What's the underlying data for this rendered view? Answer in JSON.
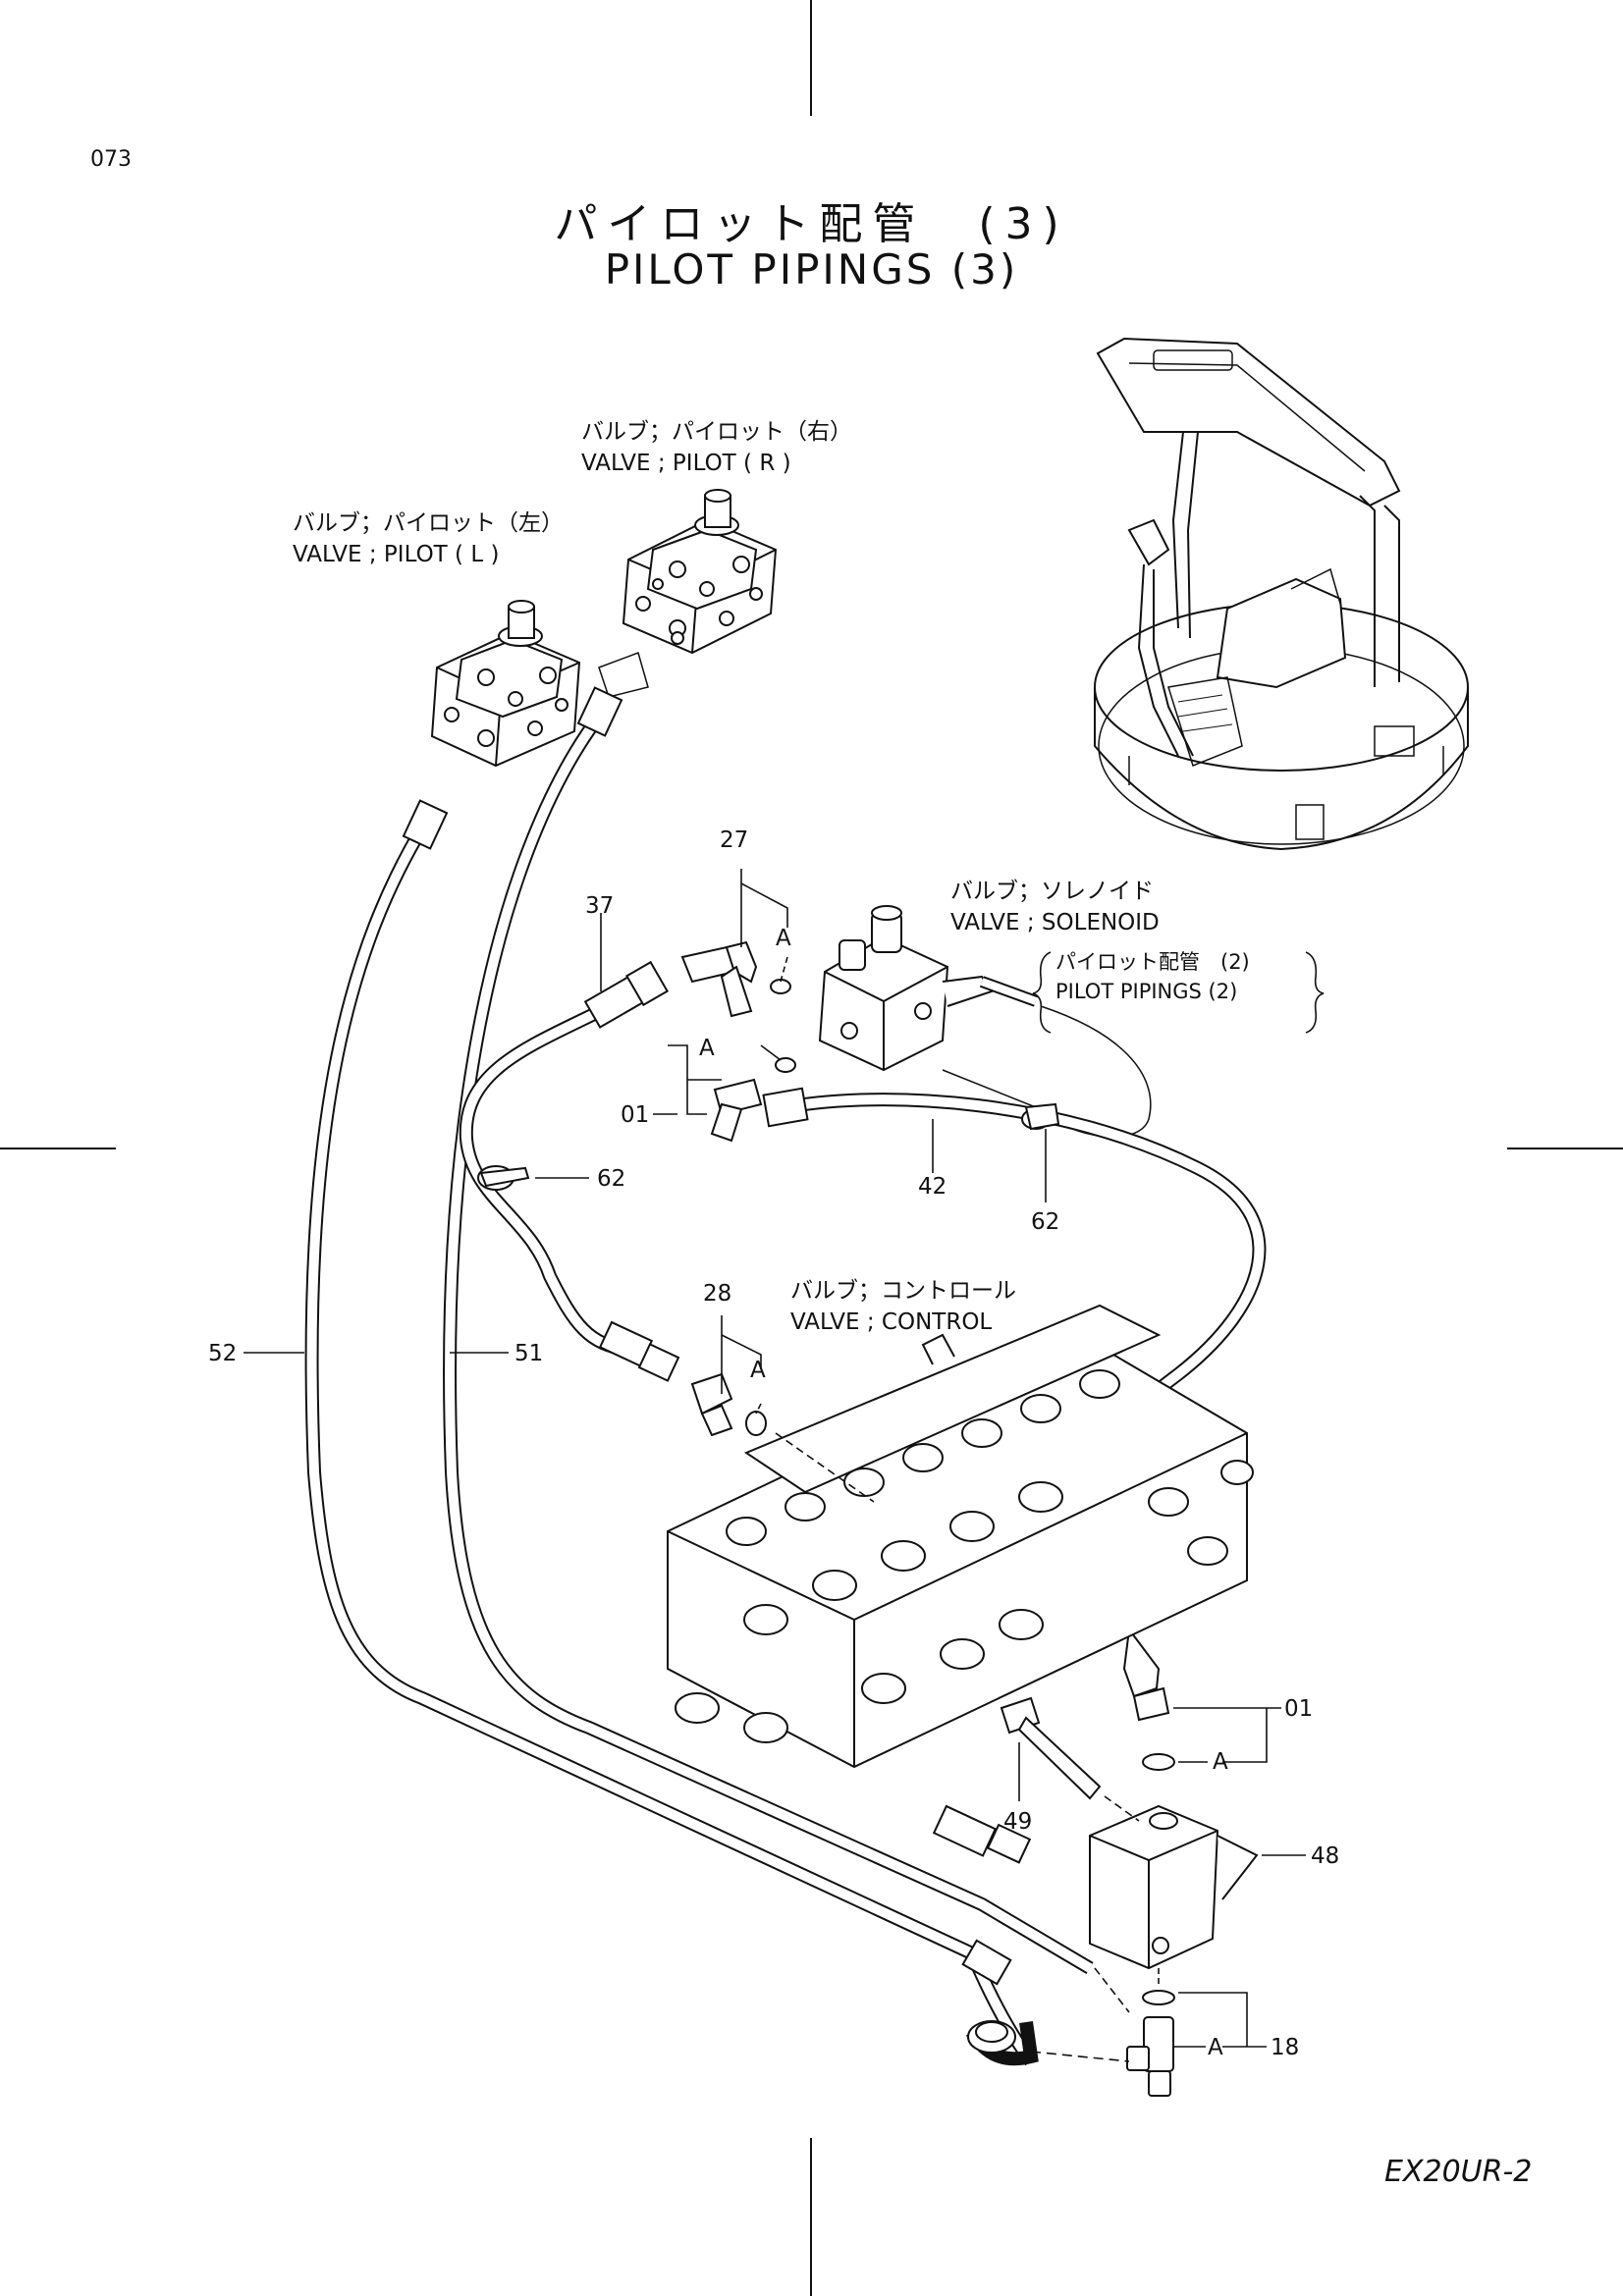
{
  "page": {
    "number": "073",
    "model": "EX20UR-2"
  },
  "title": {
    "ja": "パイロット配管　(3)",
    "en": "PILOT PIPINGS (3)"
  },
  "labels": {
    "valve_pilot_r": {
      "ja": "バルブ；パイロット（右）",
      "en": "VALVE ; PILOT ( R )"
    },
    "valve_pilot_l": {
      "ja": "バルブ；パイロット（左）",
      "en": "VALVE ; PILOT ( L )"
    },
    "valve_solenoid": {
      "ja": "バルブ；ソレノイド",
      "en": "VALVE ; SOLENOID"
    },
    "valve_control": {
      "ja": "バルブ；コントロール",
      "en": "VALVE ; CONTROL"
    },
    "ref_pilot_pipings": {
      "ja": "パイロット配管　(2)",
      "en": "PILOT PIPINGS (2)"
    }
  },
  "callouts": {
    "p27": "27",
    "p37": "37",
    "p01a": "01",
    "p62a": "62",
    "p42": "42",
    "p62b": "62",
    "p28": "28",
    "p52": "52",
    "p51": "51",
    "p01b": "01",
    "p49": "49",
    "p48": "48",
    "p18": "18",
    "ring_a": "A"
  },
  "colors": {
    "line": "#111111",
    "background": "#ffffff"
  }
}
